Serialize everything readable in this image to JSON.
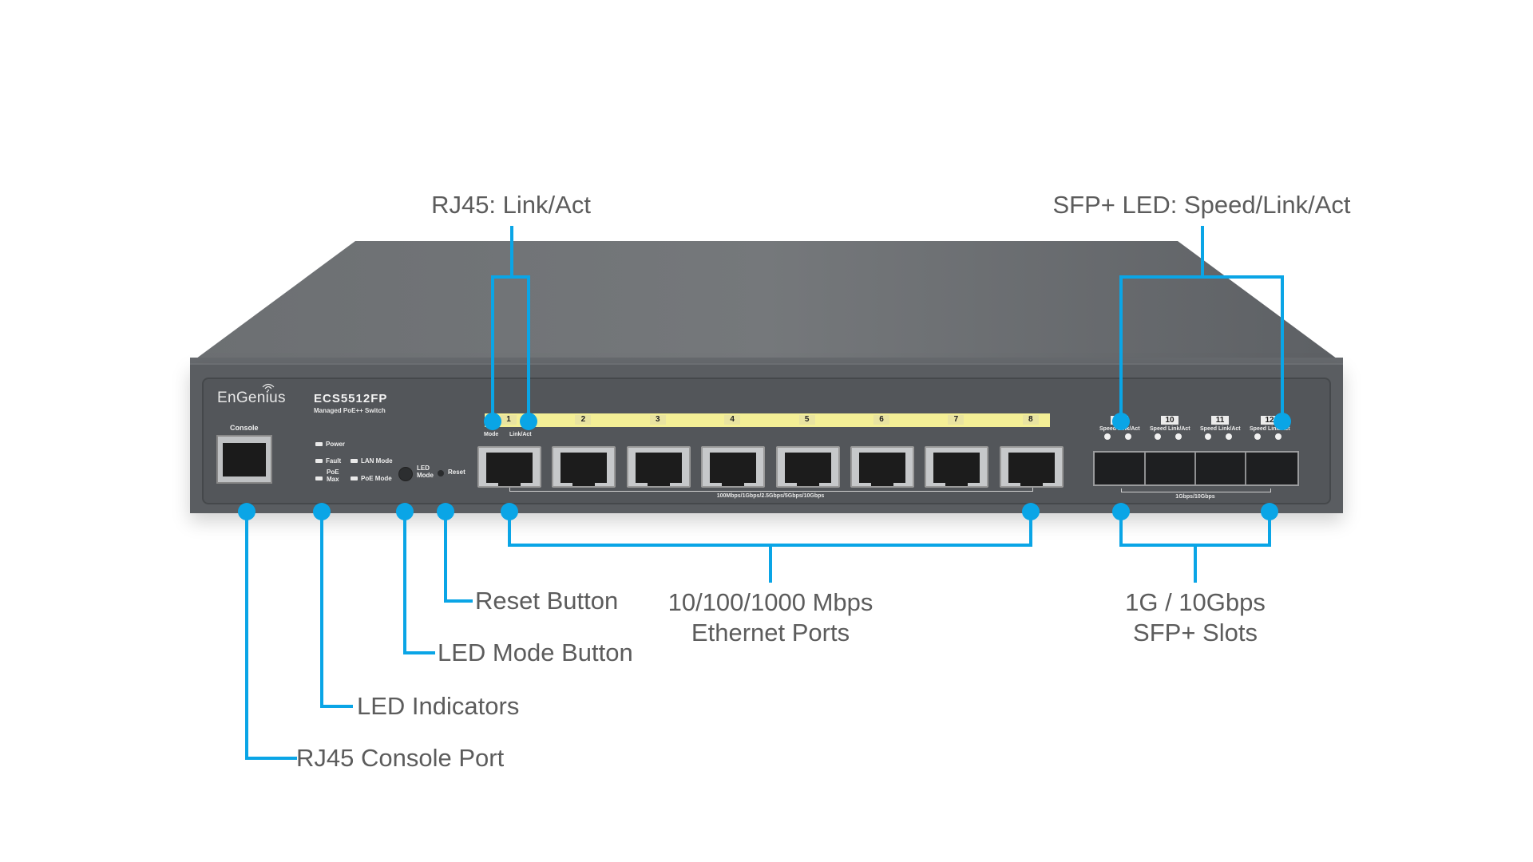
{
  "device": {
    "brand": "EnGenius",
    "model": "ECS5512FP",
    "subtitle": "Managed PoE++ Switch",
    "console_label": "Console",
    "led_labels": {
      "power": "Power",
      "fault": "Fault",
      "poe_max_1": "PoE",
      "poe_max_2": "Max",
      "lan_mode": "LAN Mode",
      "poe_mode": "PoE Mode",
      "led_mode_1": "LED",
      "led_mode_2": "Mode",
      "reset": "Reset"
    },
    "rj45_led_labels": {
      "mode": "Mode",
      "link_act": "Link/Act"
    },
    "ethernet_ports": [
      "1",
      "2",
      "3",
      "4",
      "5",
      "6",
      "7",
      "8"
    ],
    "ethernet_speed": "100Mbps/1Gbps/2.5Gbps/5Gbps/10Gbps",
    "sfp_ports": [
      "9",
      "10",
      "11",
      "12"
    ],
    "sfp_led_labels": {
      "speed": "Speed",
      "link_act": "Link/Act"
    },
    "sfp_speed": "1Gbps/10Gbps"
  },
  "callouts": {
    "rj45_link_act": "RJ45: Link/Act",
    "sfp_led": "SFP+ LED: Speed/Link/Act",
    "reset_button": "Reset Button",
    "led_mode_button": "LED Mode Button",
    "led_indicators": "LED Indicators",
    "console_port": "RJ45 Console Port",
    "ethernet_ports_1": "10/100/1000 Mbps",
    "ethernet_ports_2": "Ethernet Ports",
    "sfp_slots_1": "1G / 10Gbps",
    "sfp_slots_2": "SFP+ Slots"
  },
  "colors": {
    "callout_line": "#0aa5e6",
    "chassis": "#5a5d61",
    "port_strip": "#f4ef96",
    "label_text": "#5c5c5c"
  }
}
